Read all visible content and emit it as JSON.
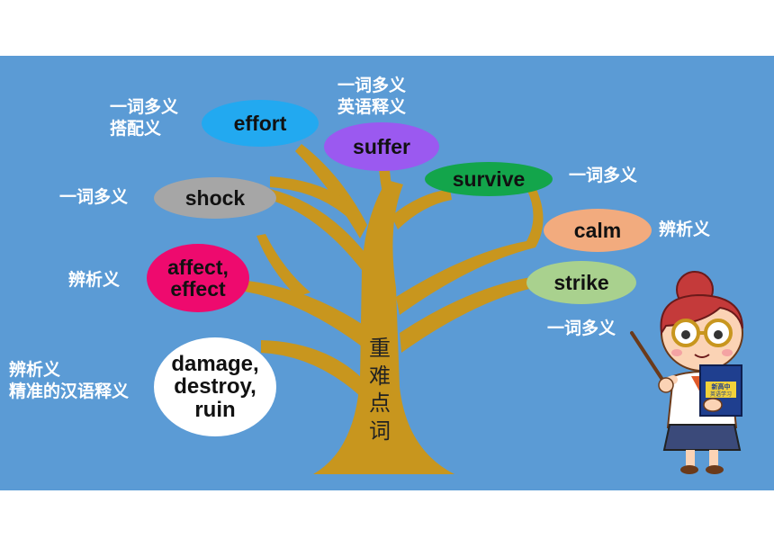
{
  "tree_label": [
    "重",
    "难",
    "点",
    "词"
  ],
  "words": {
    "effort": "effort",
    "suffer": "suffer",
    "survive": "survive",
    "shock": "shock",
    "calm": "calm",
    "affect_effect": [
      "affect,",
      "effect"
    ],
    "strike": "strike",
    "damage_group": [
      "damage,",
      "destroy,",
      "ruin"
    ]
  },
  "notes": {
    "effort": [
      "一词多义",
      "搭配义"
    ],
    "suffer": [
      "一词多义",
      "英语释义"
    ],
    "survive": "一词多义",
    "shock": "一词多义",
    "calm": "辨析义",
    "affect_effect": "辨析义",
    "strike": "一词多义",
    "damage_group": [
      "辨析义",
      "精准的汉语释义"
    ]
  },
  "book_cover": [
    "新高中",
    "英语学习"
  ],
  "colors": {
    "background": "#5b9bd5",
    "tree": "#c8961e",
    "effort": "#22a9f0",
    "suffer": "#9b59f0",
    "survive": "#13a54b",
    "shock": "#a6a6a6",
    "calm": "#f2ab7e",
    "affect_effect": "#ee0a6e",
    "strike": "#a9d18e",
    "damage_group": "#ffffff"
  }
}
